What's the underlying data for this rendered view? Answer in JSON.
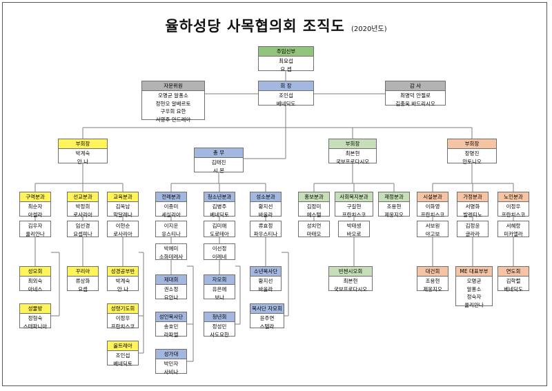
{
  "title": {
    "main": "율하성당 사목협의회 조직도",
    "sub": "(2020년도)"
  },
  "colors": {
    "green": "#93c47d",
    "blue": "#a4b8df",
    "gray": "#b3b3b3",
    "yellow": "#fff45c",
    "lightgreen": "#c7dfb8",
    "peach": "#f5c4a5",
    "line": "#7d7d7d"
  },
  "nodes": {
    "pastor": {
      "header": "주임신부",
      "lines": [
        "최요섭",
        "요 셉"
      ]
    },
    "advisors": {
      "header": "자문위원",
      "lines": [
        "오명균 알퐁소",
        "정현오 알베르토",
        "구우회 요한",
        "서영주 안드레아"
      ]
    },
    "president": {
      "header": "회 장",
      "lines": [
        "조인섭",
        "베네딕도"
      ]
    },
    "auditor": {
      "header": "감 사",
      "lines": [
        "최명덕 안젤로",
        "김종욱 바드리시오"
      ]
    },
    "vp1": {
      "header": "부회장",
      "lines": [
        "박계숙",
        "안 나"
      ]
    },
    "secretary": {
      "header": "총 무",
      "lines": [
        "김태진",
        "시 몬"
      ]
    },
    "vp2": {
      "header": "부회장",
      "lines": [
        "최본현",
        "국보프로다시오"
      ]
    },
    "vp3": {
      "header": "부회장",
      "lines": [
        "장명진",
        "안토니오"
      ]
    },
    "guyeok": {
      "header": "구역분과",
      "lines": [
        "최순자",
        "아셀라"
      ]
    },
    "gu_sub": {
      "lines": [
        "김우자",
        "율리안나"
      ]
    },
    "seongmo": {
      "header": "성모회",
      "lines": [
        "최외숙",
        "아네스"
      ]
    },
    "seongmulbang": {
      "header": "성물방",
      "lines": [
        "정형숙",
        "스테파니아"
      ]
    },
    "seongyo": {
      "header": "선교분과",
      "lines": [
        "박정희",
        "로사리아"
      ]
    },
    "seongyo_sub": {
      "lines": [
        "임선경",
        "요셉피나"
      ]
    },
    "kkuria": {
      "header": "꾸리아",
      "lines": [
        "류상화",
        "요셉"
      ]
    },
    "gyoyuk": {
      "header": "교육분과",
      "lines": [
        "김옥남",
        "막달레나"
      ]
    },
    "gyoyuk_sub": {
      "lines": [
        "이현순",
        "로사리아"
      ]
    },
    "seonggyeong": {
      "header": "성경공부반",
      "lines": [
        "박계숙",
        "안 나"
      ]
    },
    "seongnyeong": {
      "header": "성령기도회",
      "lines": [
        "이정우",
        "프란치스코"
      ]
    },
    "ulteurea": {
      "header": "울트레아",
      "lines": [
        "조인섭",
        "베네딕토"
      ]
    },
    "jeonrye": {
      "header": "전례분과",
      "lines": [
        "이종미",
        "세실리아"
      ]
    },
    "jeonrye_sub1": {
      "lines": [
        "이지운",
        "유스티나"
      ]
    },
    "jeonrye_sub2": {
      "lines": [
        "박예미",
        "소화데레사"
      ]
    },
    "jedaehoe": {
      "header": "제대회",
      "lines": [
        "권소정",
        "요안나"
      ]
    },
    "seongin": {
      "header": "성인복사단",
      "lines": [
        "송호민",
        "라파엘"
      ]
    },
    "seongadae": {
      "header": "성가대",
      "lines": [
        "박민자",
        "사비나"
      ]
    },
    "cheongsonyeon": {
      "header": "청소년분과",
      "lines": [
        "김병주",
        "베네딕토"
      ]
    },
    "cheong_sub1": {
      "lines": [
        "김미애",
        "도로테아"
      ]
    },
    "cheong_sub2": {
      "lines": [
        "이선정",
        "이레네"
      ]
    },
    "jamohoe": {
      "header": "자모회",
      "lines": [
        "유은에",
        "보나"
      ]
    },
    "cheongnyeon": {
      "header": "청년회",
      "lines": [
        "정성민",
        "사도요한"
      ]
    },
    "seongso": {
      "header": "성소분과",
      "lines": [
        "황지선",
        "바올라"
      ]
    },
    "seongso_sub": {
      "lines": [
        "류효정",
        "파우스티나"
      ]
    },
    "sonyeon": {
      "header": "소년복사단",
      "lines": [
        "황지선",
        "바올라"
      ]
    },
    "boksadan": {
      "header": "복사단 자모회",
      "lines": [
        "윤주연",
        "스텔라"
      ]
    },
    "hongbo": {
      "header": "홍보분과",
      "lines": [
        "김정미",
        "에스텔"
      ]
    },
    "hongbo_sub": {
      "lines": [
        "성치언",
        "마태오"
      ]
    },
    "sahoe": {
      "header": "사회복지분과",
      "lines": [
        "구길현",
        "프란치스코"
      ]
    },
    "sahoe_sub": {
      "lines": [
        "박태생",
        "바오로"
      ]
    },
    "binchenshio": {
      "header": "빈첸시오회",
      "lines": [
        "최본현",
        "국보프로다시오"
      ]
    },
    "jaejeong": {
      "header": "재정분과",
      "lines": [
        "조용현",
        "제옹지오"
      ]
    },
    "siseol": {
      "header": "시설분과",
      "lines": [
        "이화영",
        "프란치스코"
      ]
    },
    "siseol_sub": {
      "lines": [
        "서보원",
        "야고보"
      ]
    },
    "daegeonhoe": {
      "header": "대건회",
      "lines": [
        "조용현",
        "제옹지오"
      ]
    },
    "gajeong": {
      "header": "가정분과",
      "lines": [
        "서명화",
        "발렌티노"
      ]
    },
    "gajeong_sub": {
      "lines": [
        "김정윤",
        "글라라"
      ]
    },
    "me": {
      "header": "ME 대표부부",
      "lines": [
        "오명균",
        "알퐁소",
        "정숙자",
        "율리안나"
      ]
    },
    "noin": {
      "header": "노인분과",
      "lines": [
        "이정우",
        "프란치스코"
      ]
    },
    "noin_sub": {
      "lines": [
        "서혜랑",
        "미카엘라"
      ]
    },
    "yeondohoe": {
      "header": "연도회",
      "lines": [
        "김학렬",
        "베네딕도"
      ]
    }
  }
}
